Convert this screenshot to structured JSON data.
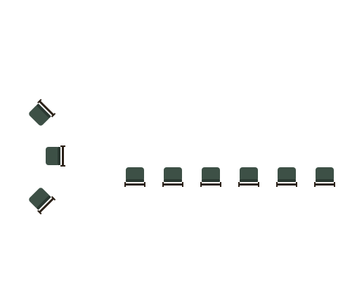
{
  "colors": {
    "background": "#ffffff",
    "seat": "#3d5046",
    "seat_shadow": "#2a3831",
    "bar": "#2b2118"
  },
  "icons": {
    "chair": "chair-icon"
  },
  "groups": {
    "curve": {
      "name": "curved-chair-group",
      "count": 3
    },
    "row": {
      "name": "straight-chair-row",
      "count": 6
    }
  }
}
